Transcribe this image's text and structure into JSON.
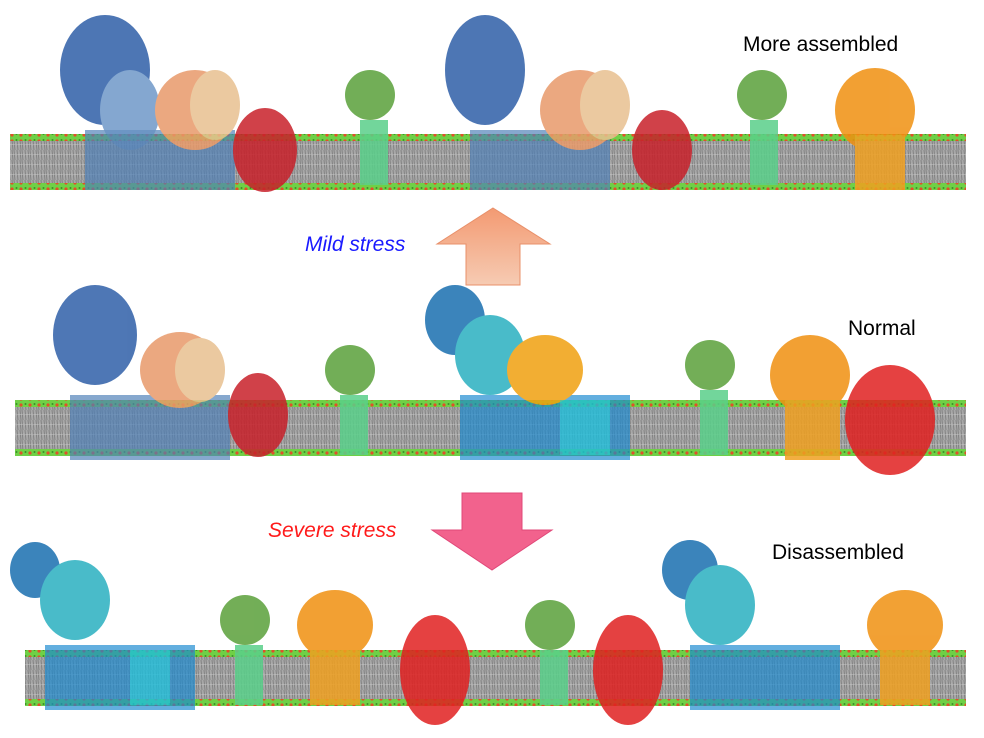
{
  "labels": {
    "top": "More assembled",
    "middle": "Normal",
    "bottom": "Disassembled"
  },
  "transitions": {
    "mild": {
      "text": "Mild stress",
      "color": "#1a1aff",
      "arrow_direction": "up",
      "arrow_color": "#f4a783"
    },
    "severe": {
      "text": "Severe stress",
      "color": "#ff1a1a",
      "arrow_direction": "down",
      "arrow_color": "#f2628d"
    }
  },
  "colors": {
    "membrane": "#9a9a9a",
    "headgroup_green": "#5cc83c",
    "headgroup_red": "#e0502a"
  }
}
